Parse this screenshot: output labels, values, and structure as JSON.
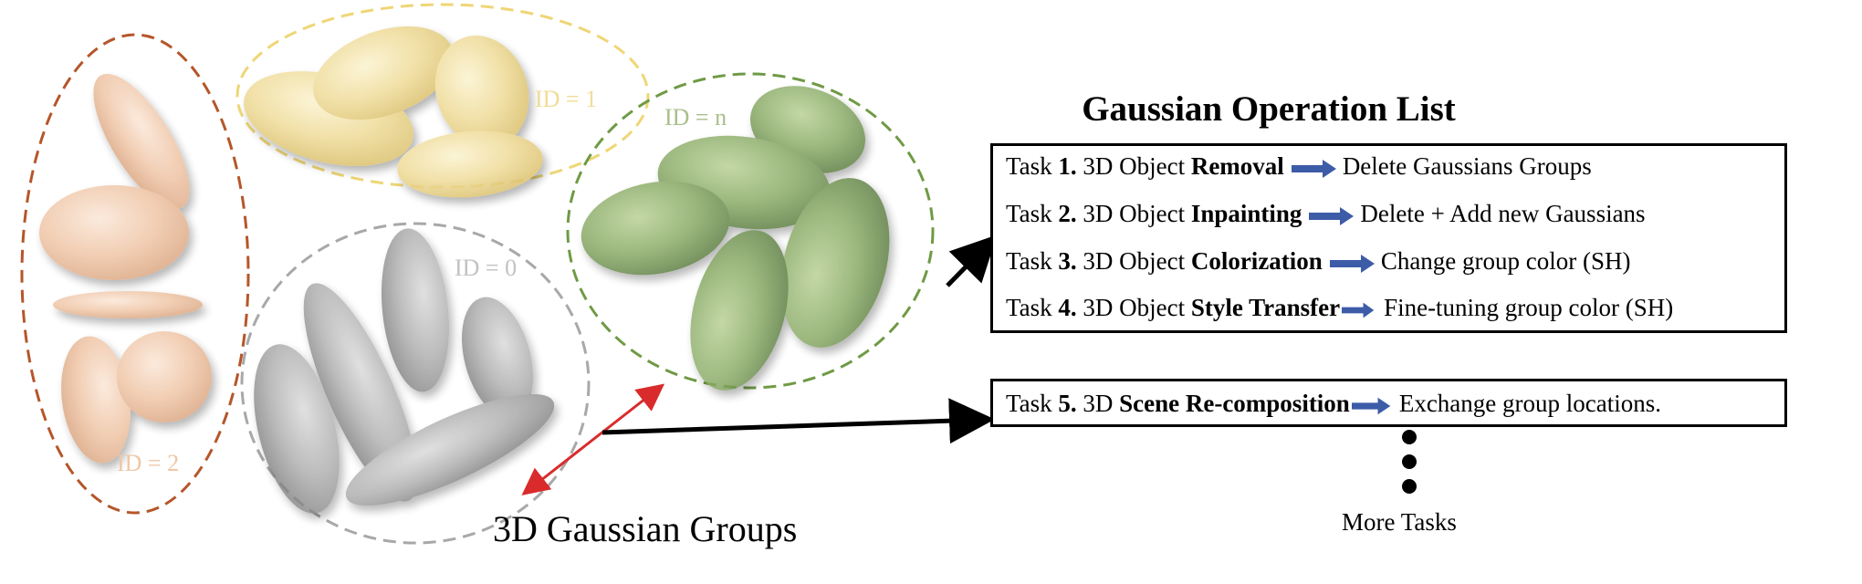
{
  "diagram": {
    "groups_label": "3D Gaussian Groups",
    "id_labels": [
      "ID = 2",
      "ID = 1",
      "ID = 0",
      "ID = n"
    ],
    "colors": {
      "id2_border": "#b5562a",
      "id1_border": "#efd676",
      "id0_border": "#a8a8a8",
      "idn_border": "#6f9a45",
      "pair_arrow": "#d92b2b",
      "task_arrow": "#3d5ca8"
    }
  },
  "operation_list": {
    "title": "Gaussian Operation List",
    "tasks": [
      {
        "prefix": "Task ",
        "num": "1.",
        "middle": " 3D Object ",
        "op": "Removal",
        "result": "Delete Gaussians Groups"
      },
      {
        "prefix": "Task ",
        "num": "2.",
        "middle": " 3D Object ",
        "op": "Inpainting",
        "result": "Delete + Add new Gaussians"
      },
      {
        "prefix": "Task ",
        "num": "3.",
        "middle": " 3D Object ",
        "op": "Colorization",
        "result": "Change group color (SH)"
      },
      {
        "prefix": "Task ",
        "num": "4.",
        "middle": " 3D Object ",
        "op": "Style Transfer",
        "result": "Fine-tuning group color (SH)"
      }
    ],
    "task5": {
      "prefix": "Task ",
      "num": "5.",
      "middle": " 3D ",
      "op": "Scene Re-composition",
      "result": "Exchange group locations."
    },
    "more_label": "More Tasks"
  }
}
